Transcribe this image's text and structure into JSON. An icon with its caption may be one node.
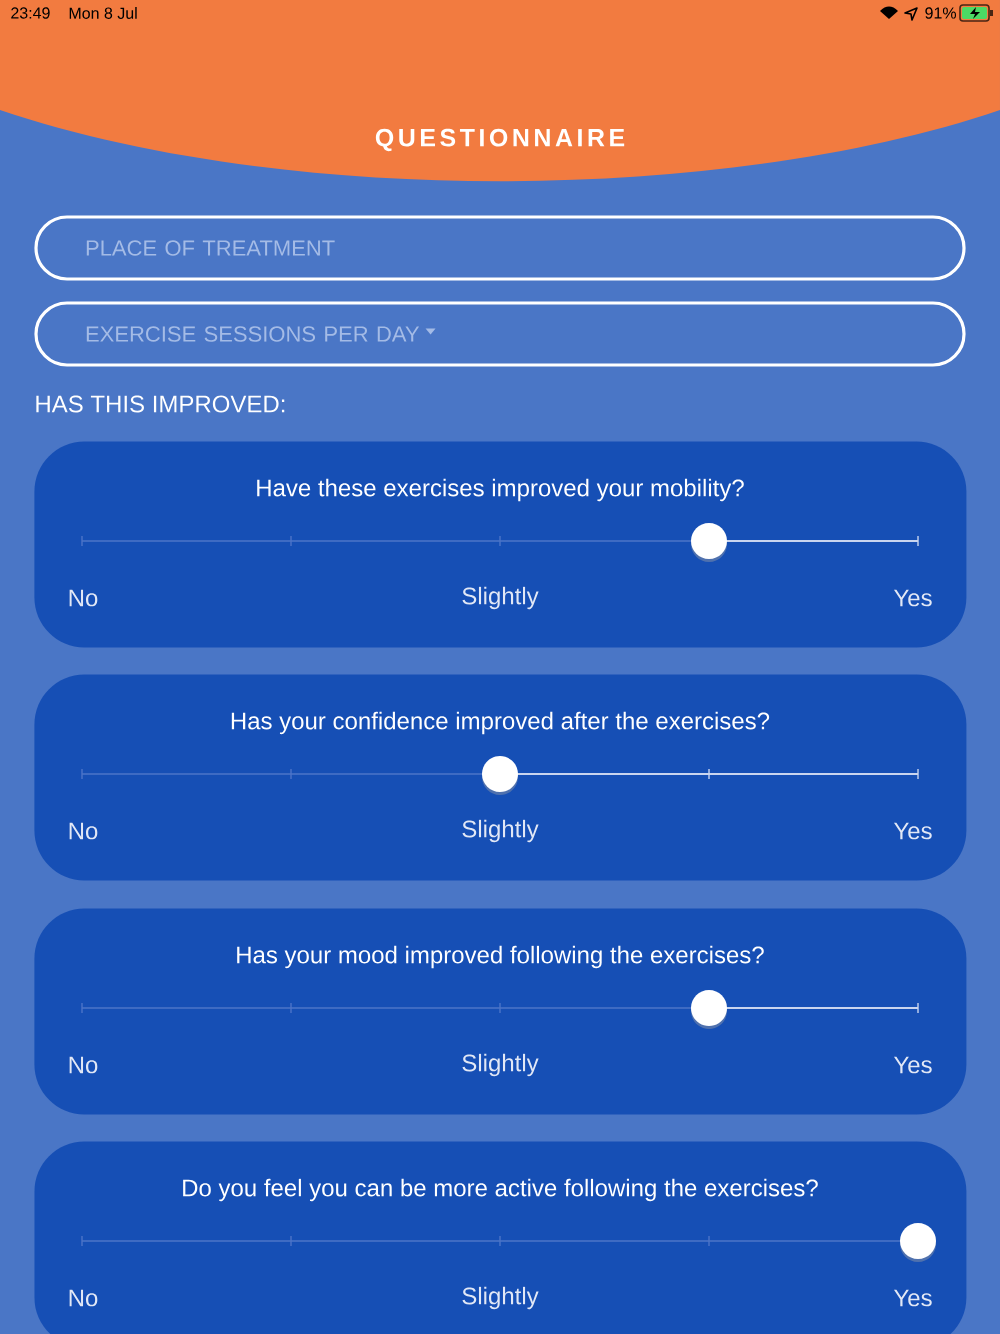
{
  "diagram": {
    "title": "QUESTIONNAIRE",
    "nodes": [
      {
        "text": [
          "PLACE OF TREATMENT"
        ]
      },
      {
        "text": [
          "EXERCISE SESSIONS PER DAY"
        ]
      },
      {
        "text": [
          "Have these exercises improved your mobility?",
          "No",
          "Slightly",
          "Yes"
        ]
      },
      {
        "text": [
          "Has your confidence improved after the exercises?",
          "No",
          "Slightly",
          "Yes"
        ]
      },
      {
        "text": [
          "Has your mood improved following the exercises?",
          "No",
          "Slightly",
          "Yes"
        ]
      },
      {
        "text": [
          "Do you feel you can be more active following the exercises?",
          "No",
          "Slightly",
          "Yes"
        ]
      }
    ],
    "labels": [
      "23:49",
      "Mon 8 Jul",
      "91%",
      "HAS THIS IMPROVED:"
    ]
  }
}
